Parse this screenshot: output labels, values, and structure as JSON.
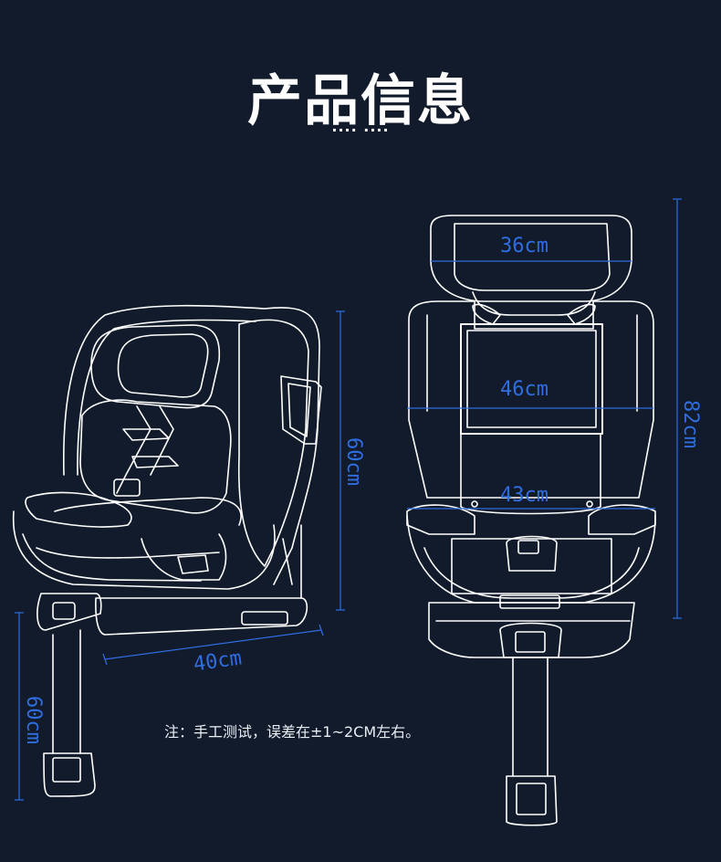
{
  "header": {
    "title": "产品信息",
    "dots": "···· ····"
  },
  "dimensions": {
    "headrest_width": "36cm",
    "back_width": "46cm",
    "seat_width": "43cm",
    "overall_height": "82cm",
    "side_height": "60cm",
    "depth": "40cm",
    "leg_height": "60cm"
  },
  "note": "注：手工测试，误差在±1~2CM左右。",
  "colors": {
    "background": "#111b2b",
    "line_art": "#ffffff",
    "dimension": "#2f6de0"
  }
}
